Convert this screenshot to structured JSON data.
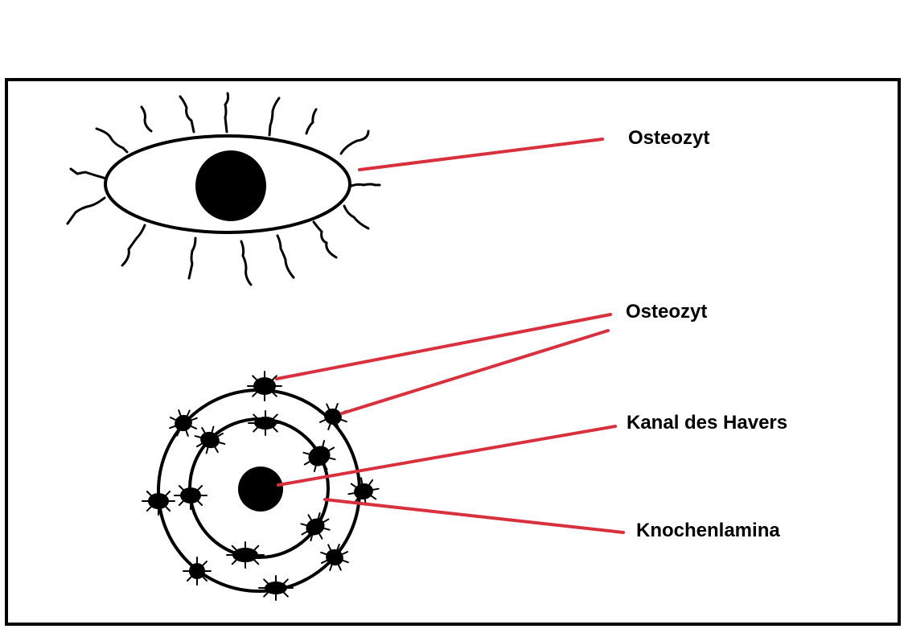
{
  "labels": {
    "osteocyte_top": "Osteozyt",
    "osteocyte_bottom": "Osteozyt",
    "haversian_canal": "Kanal des Havers",
    "bone_lamella": "Knochenlamina"
  },
  "colors": {
    "frame": "#000000",
    "leader_lines": "#d9303e",
    "cell_fill": "#000000",
    "background": "#ffffff"
  }
}
